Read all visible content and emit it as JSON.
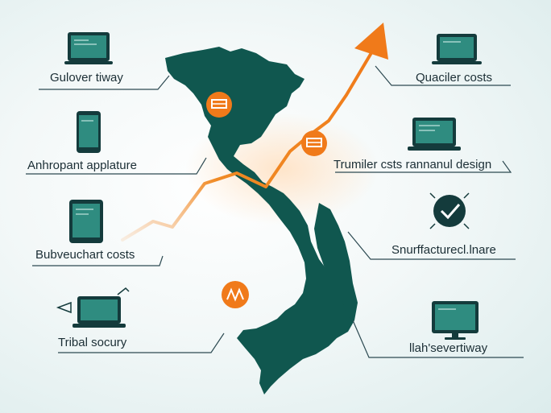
{
  "colors": {
    "map": "#10574f",
    "accent": "#f08a24",
    "device_screen": "#2f8c80",
    "device_frame": "#143b3c",
    "text": "#1b2e35"
  },
  "labels": {
    "left_1": "Gulover tiway",
    "left_2": "Anhropant applature",
    "left_3": "Bubveuchart costs",
    "left_4": "Tribal socury",
    "right_1": "Quaciler costs",
    "right_2": "Trumiler csts rannanul design",
    "right_3": "Snurffacturecl.lnare",
    "right_4": "llah'severtiway"
  },
  "icons": [
    "laptop-icon",
    "phone-icon",
    "tablet-icon",
    "laptop-icon",
    "laptop-icon",
    "laptop-icon",
    "checkmark-badge-icon",
    "monitor-icon",
    "orange-marker-icon",
    "trend-arrow-icon"
  ]
}
